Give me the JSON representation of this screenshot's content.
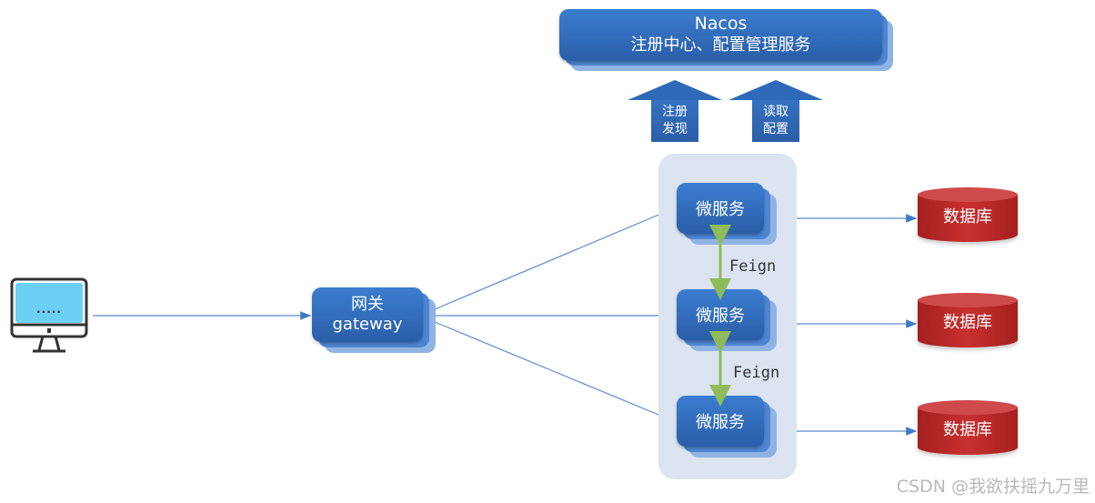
{
  "nacos": {
    "title": "Nacos",
    "subtitle": "注册中心、配置管理服务"
  },
  "arrows": [
    {
      "line1": "注册",
      "line2": "发现"
    },
    {
      "line1": "读取",
      "line2": "配置"
    }
  ],
  "client": {
    "screen_text": "....."
  },
  "gateway": {
    "line1": "网关",
    "line2": "gateway"
  },
  "services": [
    {
      "label": "微服务"
    },
    {
      "label": "微服务"
    },
    {
      "label": "微服务"
    }
  ],
  "feign_labels": [
    "Feign",
    "Feign"
  ],
  "databases": [
    {
      "label": "数据库"
    },
    {
      "label": "数据库"
    },
    {
      "label": "数据库"
    }
  ],
  "watermark": "CSDN @我欲扶摇九万里",
  "colors": {
    "box": "#2f6bbd",
    "db": "#b52626",
    "feign": "#8fbc5a",
    "connector": "#5b8ed0",
    "screen": "#6cd0f5"
  }
}
